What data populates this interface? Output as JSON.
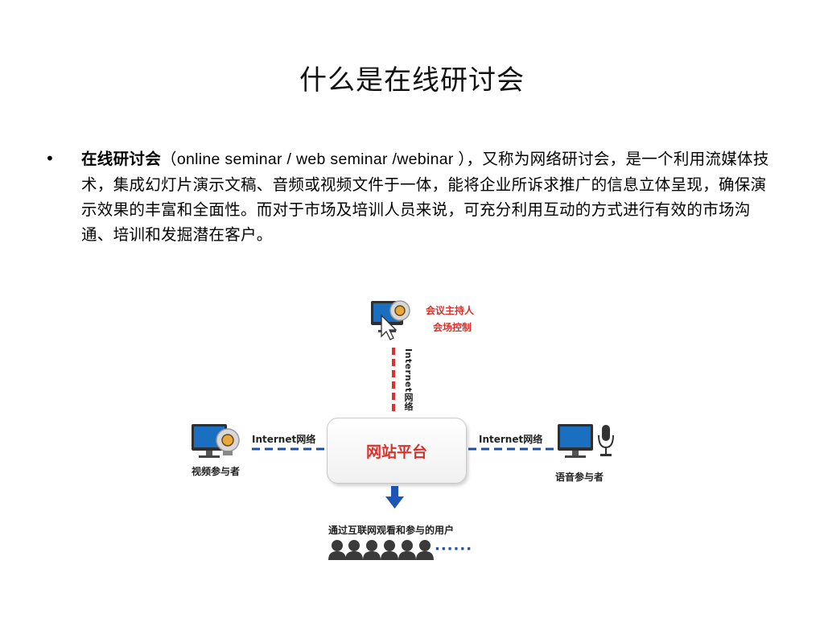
{
  "slide": {
    "title": "什么是在线研讨会"
  },
  "bullet": {
    "marker": "•",
    "term": "在线研讨会",
    "paren_open": "（",
    "latin": "online seminar / web seminar /webinar ",
    "rest": "），又称为网络研讨会，是一个利用流媒体技术，集成幻灯片演示文稿、音频或视频文件于一体，能将企业所诉求推广的信息立体呈现，确保演示效果的丰富和全面性。而对于市场及培训人员来说，可充分利用互动的方式进行有效的市场沟通、培训和发掘潜在客户。"
  },
  "diagram": {
    "host_line1": "会议主持人",
    "host_line2": "会场控制",
    "vertical_link": "Internet网络",
    "left_link": "Internet网络",
    "right_link": "Internet网络",
    "platform": "网站平台",
    "video_participant": "视频参与者",
    "voice_participant": "语音参与者",
    "users_label": "通过互联网观看和参与的用户",
    "more": "······",
    "colors": {
      "accent_red": "#d9312b",
      "link_blue": "#1f4e9c",
      "arrow_blue": "#1f56b5",
      "monitor_blue": "#1a6fc0"
    },
    "icons": [
      "host-webcam-monitor-icon",
      "video-webcam-monitor-icon",
      "voice-microphone-monitor-icon",
      "users-group-icon",
      "down-arrow-icon"
    ]
  }
}
